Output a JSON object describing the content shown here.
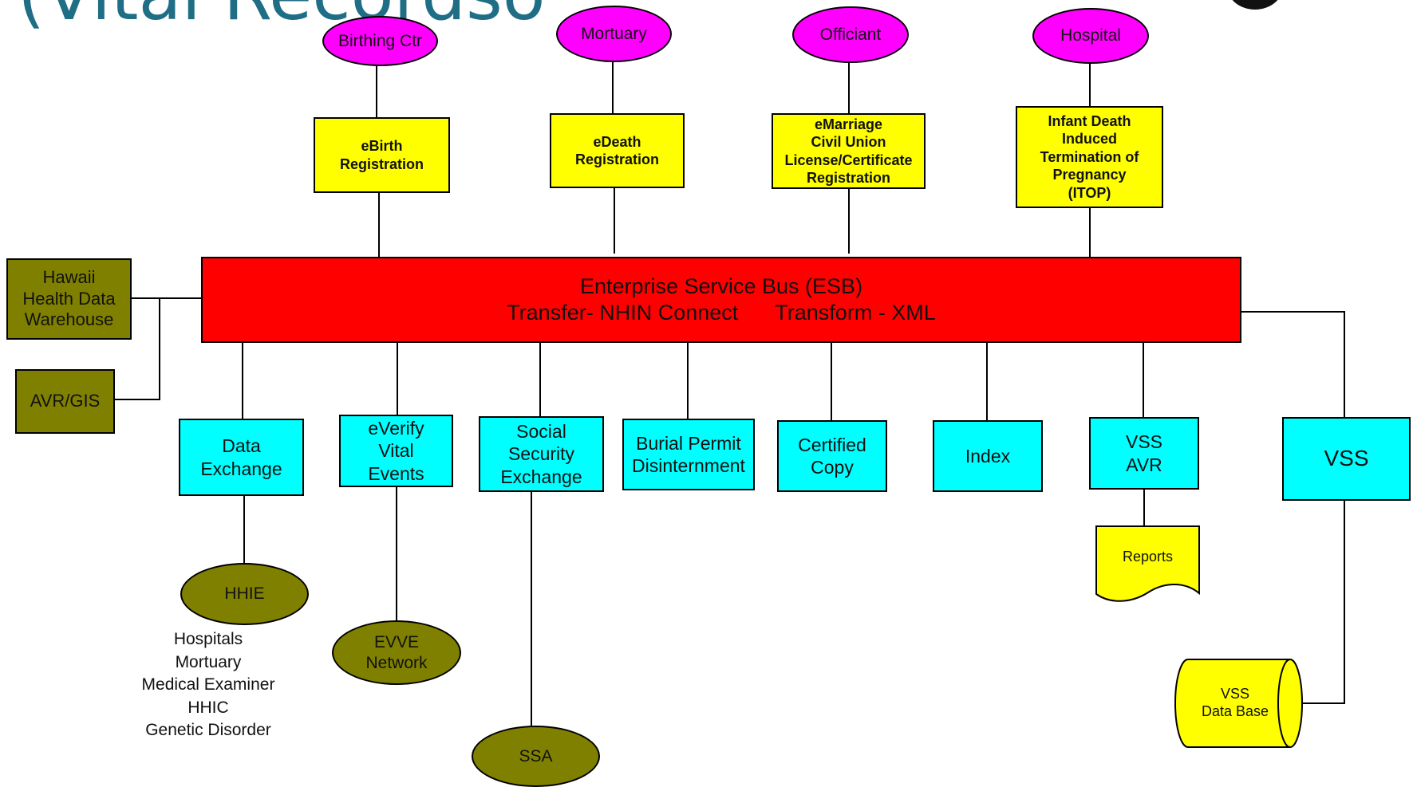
{
  "title": "(Vital Recordso",
  "icons": {
    "corner": "dark-circle-icon"
  },
  "colors": {
    "source_ellipse": "#ff00ff",
    "registration_box": "#ffff00",
    "service_box": "#00ffff",
    "external_system": "#808000",
    "esb": "#ff0000",
    "title": "#1f6e86"
  },
  "sources": {
    "birthing_ctr": "Birthing Ctr",
    "mortuary": "Mortuary",
    "officiant": "Officiant",
    "hospital": "Hospital"
  },
  "registrations": {
    "ebirth": "eBirth\nRegistration",
    "edeath": "eDeath\nRegistration",
    "emarriage": "eMarriage\nCivil Union\nLicense/Certificate\nRegistration",
    "itop": "Infant Death\nInduced\nTermination of\nPregnancy\n(ITOP)"
  },
  "esb": {
    "line1": "Enterprise Service Bus (ESB)",
    "transfer": "Transfer- NHIN Connect",
    "transform": "Transform - XML"
  },
  "left_systems": {
    "hhdw": "Hawaii\nHealth Data\nWarehouse",
    "avr_gis": "AVR/GIS"
  },
  "services": {
    "data_exchange": "Data\nExchange",
    "everify": "eVerify\nVital\nEvents",
    "social_security": "Social\nSecurity\nExchange",
    "burial_permit": "Burial Permit\nDisinternment",
    "certified_copy": "Certified\nCopy",
    "index": "Index",
    "vss_avr": "VSS\nAVR",
    "vss": "VSS"
  },
  "external": {
    "hhie": "HHIE",
    "evve": "EVVE\nNetwork",
    "ssa": "SSA"
  },
  "hhie_partners": [
    "Hospitals",
    "Mortuary",
    "Medical Examiner",
    "HHIC",
    "Genetic Disorder"
  ],
  "reports": "Reports",
  "vss_db": "VSS\nData Base"
}
